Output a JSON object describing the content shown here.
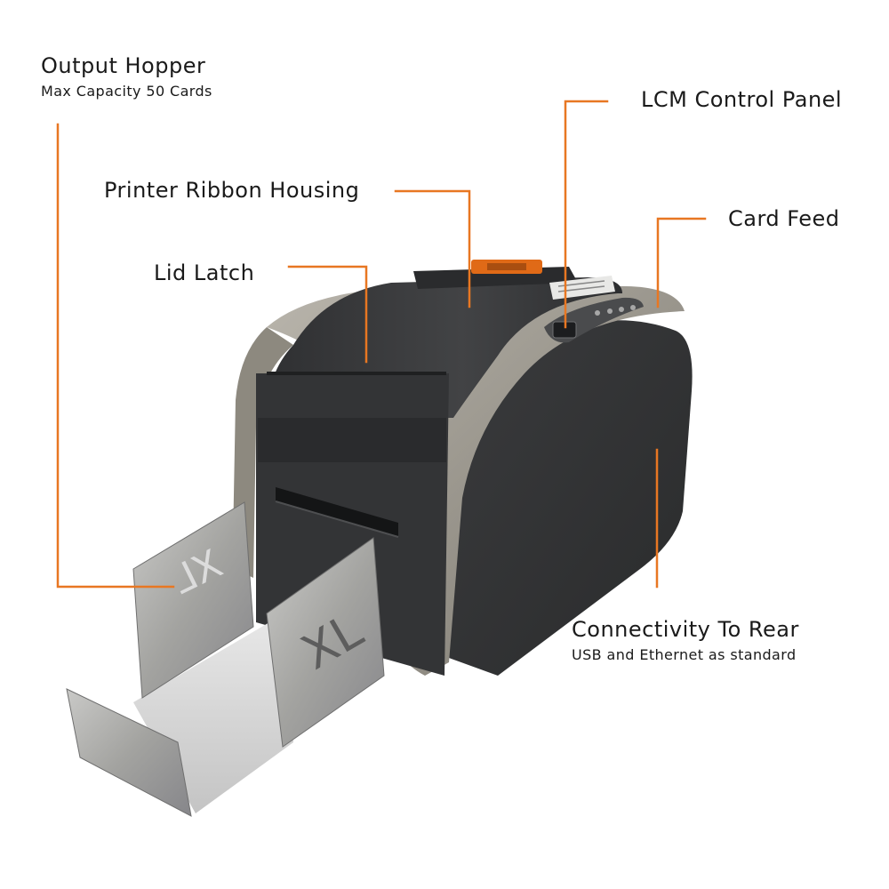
{
  "colors": {
    "accent": "#e87722",
    "body_grey": "#3b3c3e",
    "shell_beige": "#9a968d",
    "hopper_steel": "#a8a8a8"
  },
  "callouts": {
    "output_hopper": {
      "title": "Output Hopper",
      "subtitle": "Max Capacity 50 Cards"
    },
    "ribbon_housing": {
      "title": "Printer Ribbon Housing"
    },
    "lid_latch": {
      "title": "Lid Latch"
    },
    "lcm_panel": {
      "title": "LCM Control Panel"
    },
    "card_feed": {
      "title": "Card Feed"
    },
    "connectivity": {
      "title": "Connectivity To Rear",
      "subtitle": "USB and Ethernet as standard"
    }
  },
  "product": {
    "hopper_mark": "XL"
  }
}
